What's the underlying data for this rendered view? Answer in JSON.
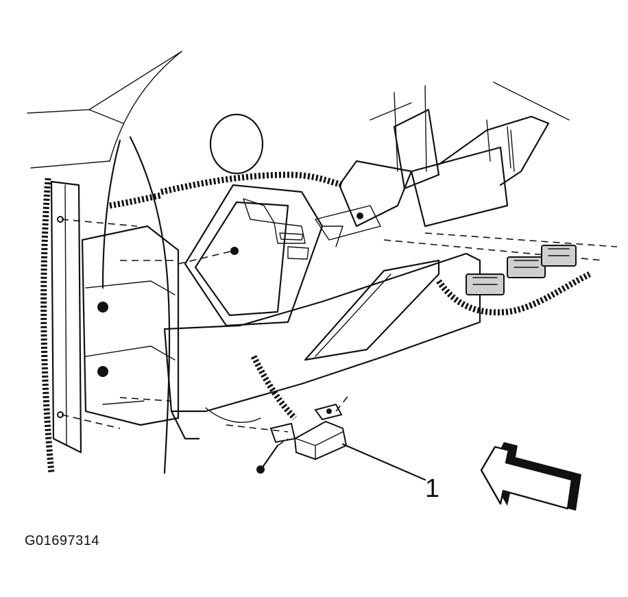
{
  "diagram": {
    "figure_id": "G01697314",
    "callouts": [
      {
        "label": "1",
        "part": "module"
      }
    ],
    "icons": [
      "direction-arrow-icon",
      "bolt-icon",
      "connector-icon"
    ]
  }
}
